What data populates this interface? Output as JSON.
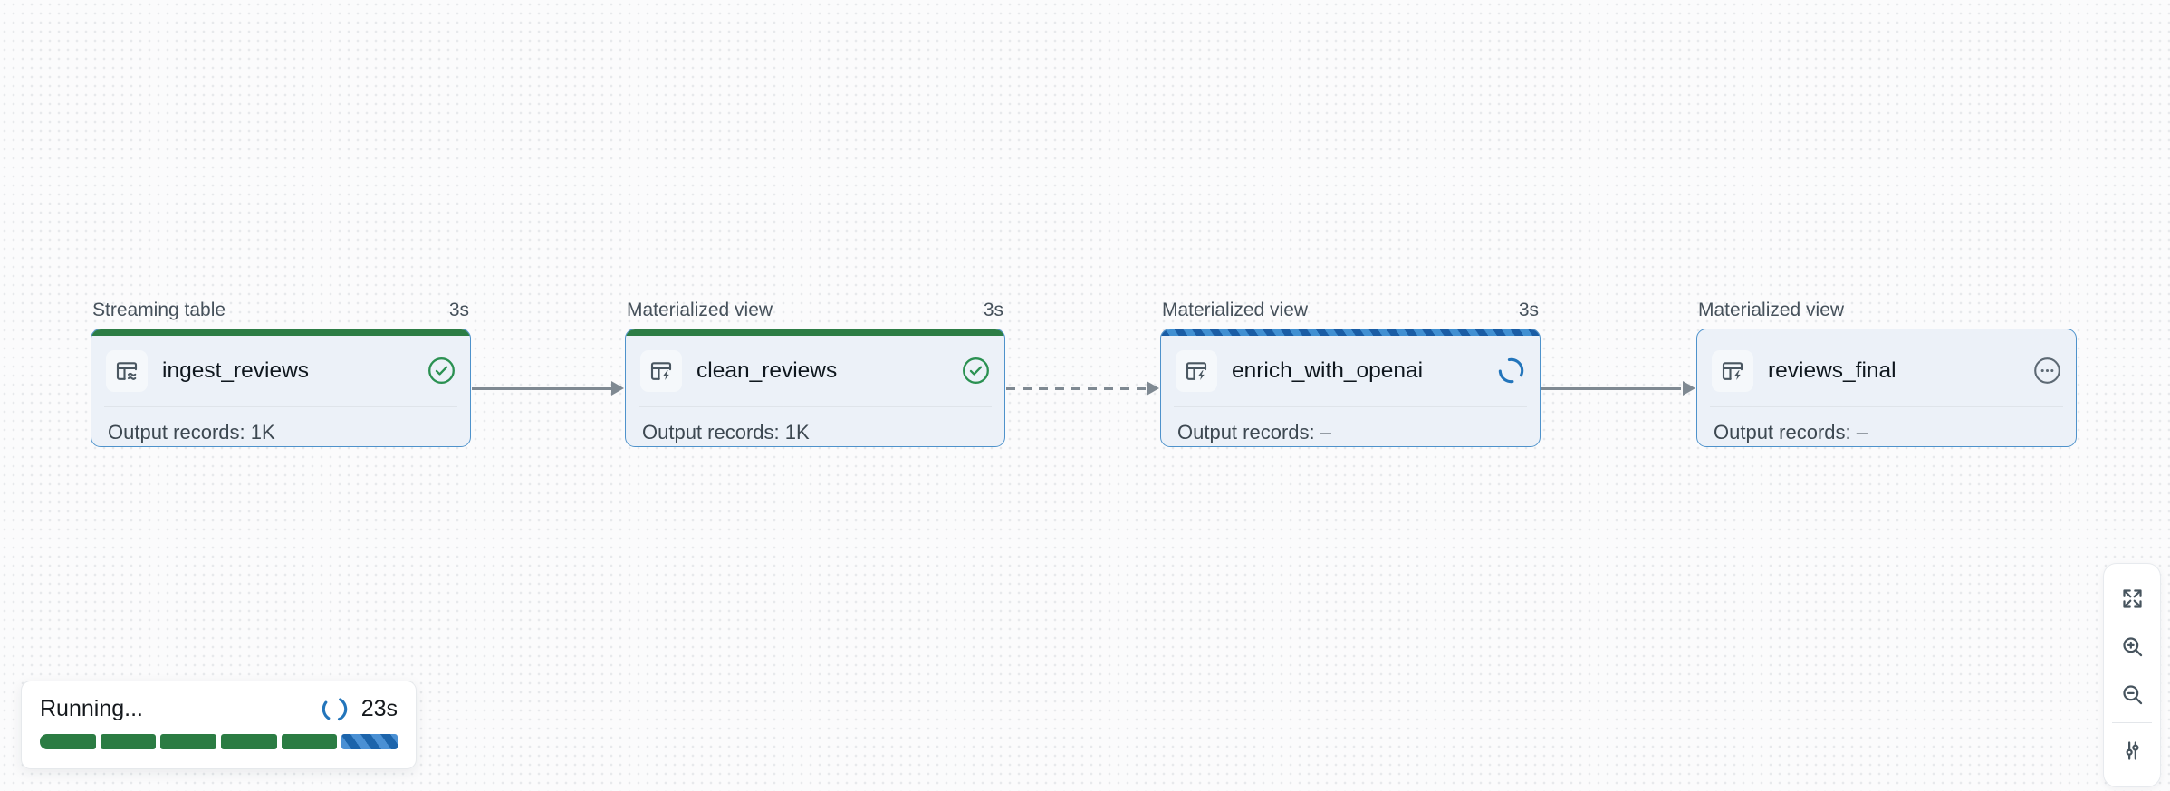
{
  "canvas": {
    "background": "#fbfbfc",
    "dot_color": "#e7e9ec"
  },
  "colors": {
    "node_background": "#ecf1f8",
    "node_border": "#4e92cb",
    "success_green": "#2b7c43",
    "success_icon_green": "#2b9152",
    "running_blue": "#2272b4",
    "pending_gray": "#5d6974",
    "edge_gray": "#7f8992",
    "title_text": "#0f171e",
    "label_text": "#46515b"
  },
  "nodes": [
    {
      "type_label": "Streaming table",
      "duration": "3s",
      "title": "ingest_reviews",
      "status": "success",
      "icon": "streaming-table-icon",
      "output": "Output records: 1K"
    },
    {
      "type_label": "Materialized view",
      "duration": "3s",
      "title": "clean_reviews",
      "status": "success",
      "icon": "materialized-view-icon",
      "output": "Output records: 1K"
    },
    {
      "type_label": "Materialized view",
      "duration": "3s",
      "title": "enrich_with_openai",
      "status": "running",
      "icon": "materialized-view-icon",
      "output": "Output records: –"
    },
    {
      "type_label": "Materialized view",
      "duration": "",
      "title": "reviews_final",
      "status": "pending",
      "icon": "materialized-view-icon",
      "output": "Output records: –"
    }
  ],
  "edges": [
    {
      "from": "ingest_reviews",
      "to": "clean_reviews",
      "style": "solid"
    },
    {
      "from": "clean_reviews",
      "to": "enrich_with_openai",
      "style": "dashed"
    },
    {
      "from": "enrich_with_openai",
      "to": "reviews_final",
      "style": "solid"
    }
  ],
  "status_bar": {
    "label": "Running...",
    "elapsed": "23s",
    "segments": [
      "success",
      "success",
      "success",
      "success",
      "success",
      "running"
    ]
  },
  "toolbar": {
    "buttons": [
      "fit-to-screen",
      "zoom-in",
      "zoom-out",
      "filter"
    ]
  }
}
